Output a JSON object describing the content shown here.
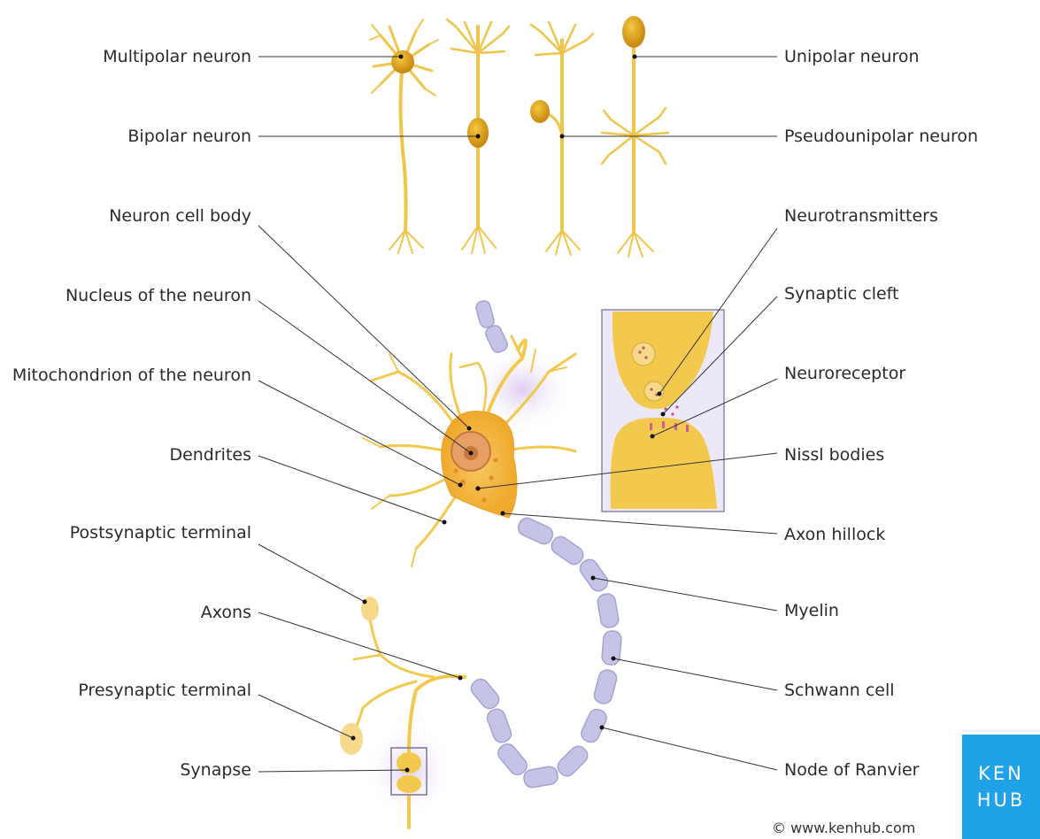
{
  "labels_left": [
    {
      "id": "multipolar",
      "text": "Multipolar neuron"
    },
    {
      "id": "bipolar",
      "text": "Bipolar neuron"
    },
    {
      "id": "cellbody",
      "text": "Neuron cell body"
    },
    {
      "id": "nucleus",
      "text": "Nucleus of the neuron"
    },
    {
      "id": "mito",
      "text": "Mitochondrion of the neuron"
    },
    {
      "id": "dendrites",
      "text": "Dendrites"
    },
    {
      "id": "postsyn",
      "text": "Postsynaptic terminal"
    },
    {
      "id": "axons",
      "text": "Axons"
    },
    {
      "id": "presyn",
      "text": "Presynaptic terminal"
    },
    {
      "id": "synapse",
      "text": "Synapse"
    }
  ],
  "labels_right": [
    {
      "id": "unipolar",
      "text": "Unipolar neuron"
    },
    {
      "id": "pseudo",
      "text": "Pseudounipolar neuron"
    },
    {
      "id": "neurotrans",
      "text": "Neurotransmitters"
    },
    {
      "id": "cleft",
      "text": "Synaptic cleft"
    },
    {
      "id": "receptor",
      "text": "Neuroreceptor"
    },
    {
      "id": "nissl",
      "text": "Nissl bodies"
    },
    {
      "id": "hillock",
      "text": "Axon hillock"
    },
    {
      "id": "myelin",
      "text": "Myelin"
    },
    {
      "id": "schwann",
      "text": "Schwann cell"
    },
    {
      "id": "ranvier",
      "text": "Node of Ranvier"
    }
  ],
  "logo": {
    "line1": "KEN",
    "line2": "HUB"
  },
  "copyright": "© www.kenhub.com",
  "colors": {
    "neuron": "#f2c94c",
    "neuron_dark": "#e0a824",
    "myelin": "#b9b7dc",
    "leader": "#333333",
    "brand": "#1fa2e8"
  }
}
